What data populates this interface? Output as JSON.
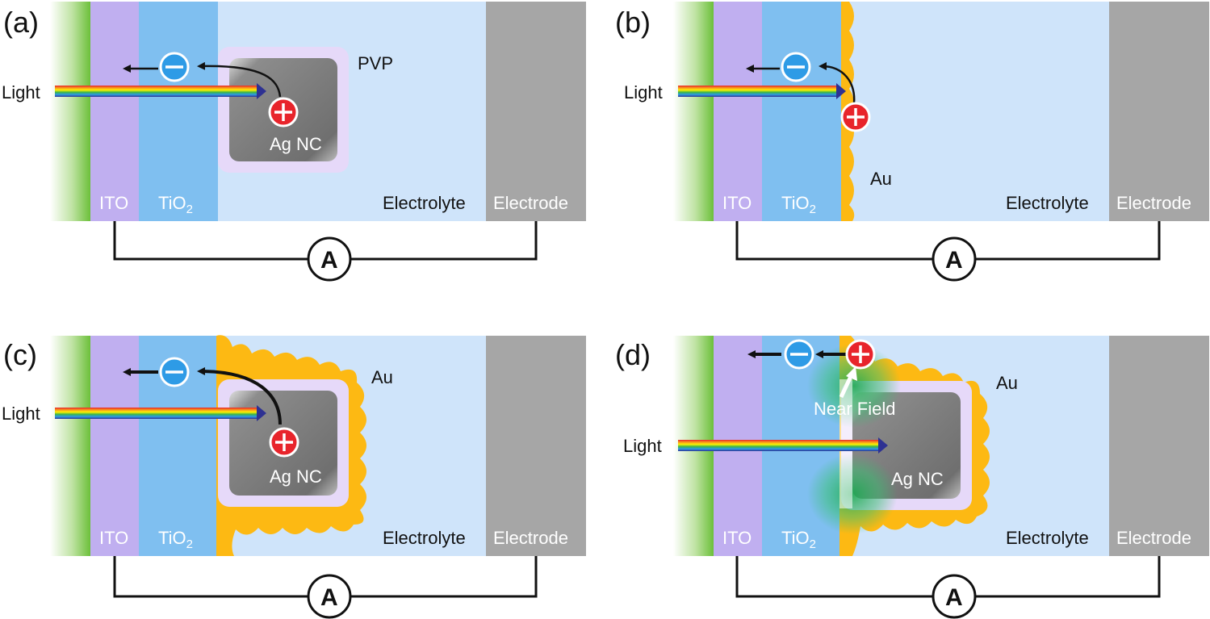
{
  "panels": [
    {
      "tag": "(a)",
      "light": "Light",
      "ito": "ITO",
      "tio2_main": "TiO",
      "tio2_sub": "2",
      "electrolyte": "Electrolyte",
      "electrode": "Electrode",
      "meter": "A",
      "coating": "PVP",
      "particle": "Ag NC"
    },
    {
      "tag": "(b)",
      "light": "Light",
      "ito": "ITO",
      "tio2_main": "TiO",
      "tio2_sub": "2",
      "electrolyte": "Electrolyte",
      "electrode": "Electrode",
      "meter": "A",
      "metal": "Au"
    },
    {
      "tag": "(c)",
      "light": "Light",
      "ito": "ITO",
      "tio2_main": "TiO",
      "tio2_sub": "2",
      "electrolyte": "Electrolyte",
      "electrode": "Electrode",
      "meter": "A",
      "metal": "Au",
      "particle": "Ag NC"
    },
    {
      "tag": "(d)",
      "light": "Light",
      "ito": "ITO",
      "tio2_main": "TiO",
      "tio2_sub": "2",
      "electrolyte": "Electrolyte",
      "electrode": "Electrode",
      "meter": "A",
      "metal": "Au",
      "particle": "Ag NC",
      "near_field": "Near Field"
    }
  ],
  "colors": {
    "glass_green": "#76c442",
    "ito": "#c0aff0",
    "tio2": "#7fbff0",
    "electrolyte": "#cfe4fa",
    "electrode": "#a6a6a6",
    "gold": "#fdb913",
    "pvp": "#e6d9f9",
    "silver": "#7a7a7a",
    "hole": "#e8242b",
    "electron": "#2e9be6",
    "near_field": "#20b060"
  }
}
